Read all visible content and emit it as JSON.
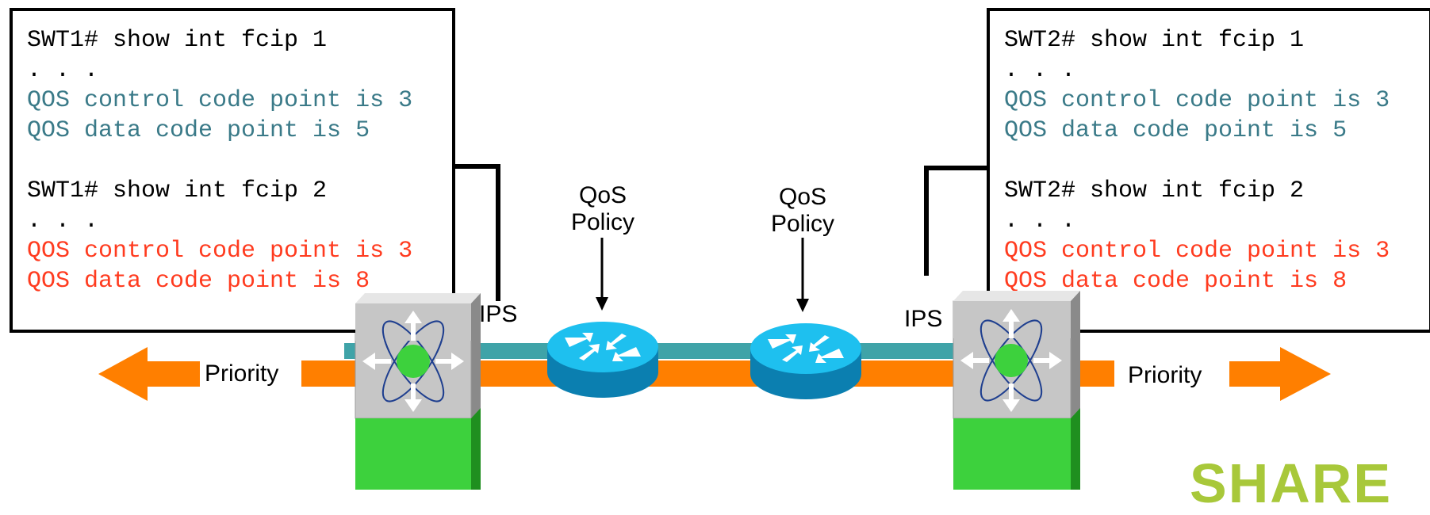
{
  "left_terminal": {
    "lines": [
      {
        "text": "SWT1# show int fcip 1",
        "color": "#000000"
      },
      {
        "text": ". . .",
        "color": "#000000"
      },
      {
        "text": "QOS control code point is 3",
        "color": "#3a7a88"
      },
      {
        "text": "QOS data code point is 5",
        "color": "#3a7a88"
      },
      {
        "text": "",
        "color": "#000000"
      },
      {
        "text": "SWT1# show int fcip 2",
        "color": "#000000"
      },
      {
        "text": ". . .",
        "color": "#000000"
      },
      {
        "text": "QOS control code point is 3",
        "color": "#ff3b1f"
      },
      {
        "text": "QOS data code point is 8",
        "color": "#ff3b1f"
      }
    ]
  },
  "right_terminal": {
    "lines": [
      {
        "text": "SWT2# show int fcip 1",
        "color": "#000000"
      },
      {
        "text": ". . .",
        "color": "#000000"
      },
      {
        "text": "QOS control code point is 3",
        "color": "#3a7a88"
      },
      {
        "text": "QOS data code point is 5",
        "color": "#3a7a88"
      },
      {
        "text": "",
        "color": "#000000"
      },
      {
        "text": "SWT2# show int fcip 2",
        "color": "#000000"
      },
      {
        "text": ". . .",
        "color": "#000000"
      },
      {
        "text": "QOS control code point is 3",
        "color": "#ff3b1f"
      },
      {
        "text": "QOS data code point is 8",
        "color": "#ff3b1f"
      }
    ]
  },
  "labels": {
    "qos_policy_left": {
      "line1": "QoS",
      "line2": "Policy"
    },
    "qos_policy_right": {
      "line1": "QoS",
      "line2": "Policy"
    },
    "ips_left": "IPS",
    "ips_right": "IPS",
    "priority_left": "Priority",
    "priority_right": "Priority"
  },
  "branding": {
    "text": "SHARE",
    "color": "#a8c83a"
  },
  "colors": {
    "teal_link": "#3fa3a8",
    "orange_link": "#ff7f00",
    "router_blue": "#1aa3d6",
    "switch_green": "#3dd13d",
    "switch_gray": "#c8c8c8"
  },
  "icons": [
    "switch-icon",
    "router-icon",
    "arrow-left-icon",
    "arrow-right-icon"
  ]
}
